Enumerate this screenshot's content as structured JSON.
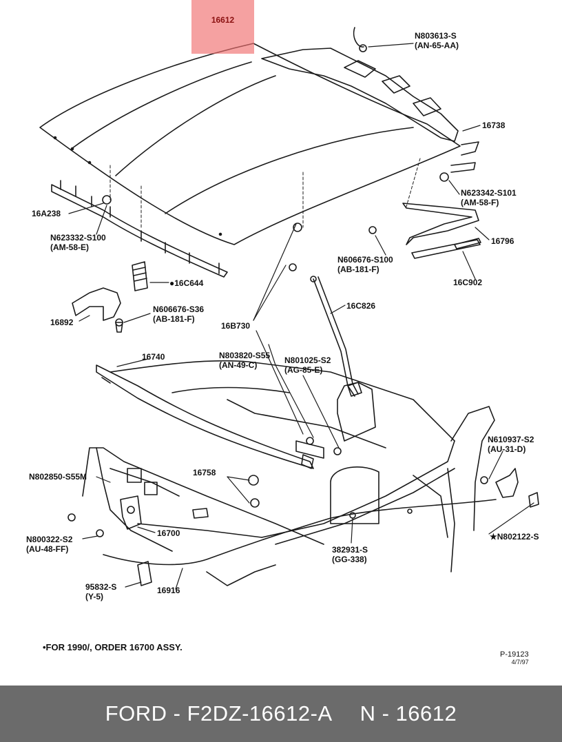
{
  "highlight": {
    "label": "16612",
    "color": "#f06e6e"
  },
  "callouts": {
    "n803613": [
      "N803613-S",
      "(AN-65-AA)"
    ],
    "p16738": [
      "16738"
    ],
    "n623342": [
      "N623342-S101",
      "(AM-58-F)"
    ],
    "p16796": [
      "16796"
    ],
    "n606676_r": [
      "N606676-S100",
      "(AB-181-F)"
    ],
    "p16c902": [
      "16C902"
    ],
    "p16a238": [
      "16A238"
    ],
    "n623332": [
      "N623332-S100",
      "(AM-58-E)"
    ],
    "p16c644": [
      "●16C644"
    ],
    "n606676_l": [
      "N606676-S36",
      "(AB-181-F)"
    ],
    "p16892": [
      "16892"
    ],
    "p16c826": [
      "16C826"
    ],
    "p16b730": [
      "16B730"
    ],
    "p16740": [
      "16740"
    ],
    "n803820": [
      "N803820-S55",
      "(AN-49-C)"
    ],
    "n801025": [
      "N801025-S2",
      "(AG-85-E)"
    ],
    "n610937": [
      "N610937-S2",
      "(AU-31-D)"
    ],
    "p16758": [
      "16758"
    ],
    "n802850": [
      "N802850-S55M"
    ],
    "p16700": [
      "16700"
    ],
    "n800322": [
      "N800322-S2",
      "(AU-48-FF)"
    ],
    "n802122": [
      "★N802122-S"
    ],
    "p382931": [
      "382931-S",
      "(GG-338)"
    ],
    "p95832": [
      "95832-S",
      "(Y-5)"
    ],
    "p16916": [
      "16916"
    ]
  },
  "footnote": "•FOR 1990/, ORDER 16700 ASSY.",
  "figure_id": "P-19123",
  "figure_date": "4/7/97",
  "bottom_bar": {
    "brand_part": "FORD - F2DZ-16612-A",
    "ref": "N - 16612"
  }
}
